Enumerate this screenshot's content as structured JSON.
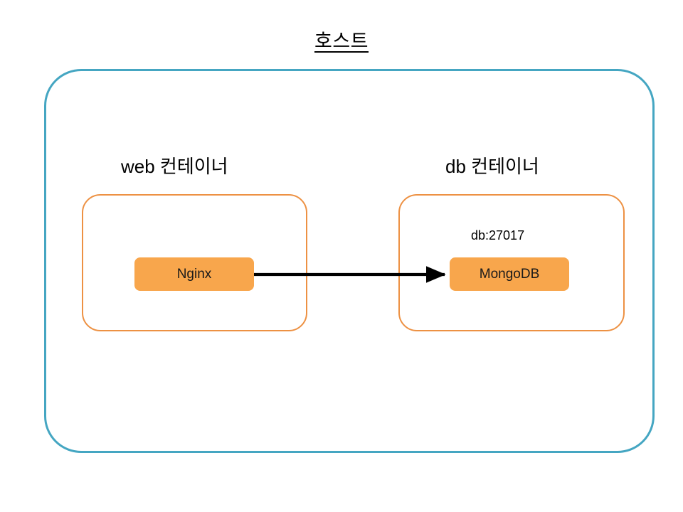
{
  "diagram": {
    "title": "호스트",
    "background_color": "#ffffff",
    "host": {
      "label": "호스트",
      "border_color": "#45A6C2"
    },
    "containers": [
      {
        "id": "web",
        "label": "web 컨테이너",
        "border_color": "#ED9143",
        "service": {
          "name": "Nginx",
          "fill_color": "#F8A64C"
        }
      },
      {
        "id": "db",
        "label": "db 컨테이너",
        "border_color": "#ED9143",
        "endpoint": "db:27017",
        "service": {
          "name": "MongoDB",
          "fill_color": "#F8A64C"
        }
      }
    ],
    "connection": {
      "from": "Nginx",
      "to": "MongoDB",
      "color": "#000000",
      "style": "solid-arrow"
    }
  }
}
